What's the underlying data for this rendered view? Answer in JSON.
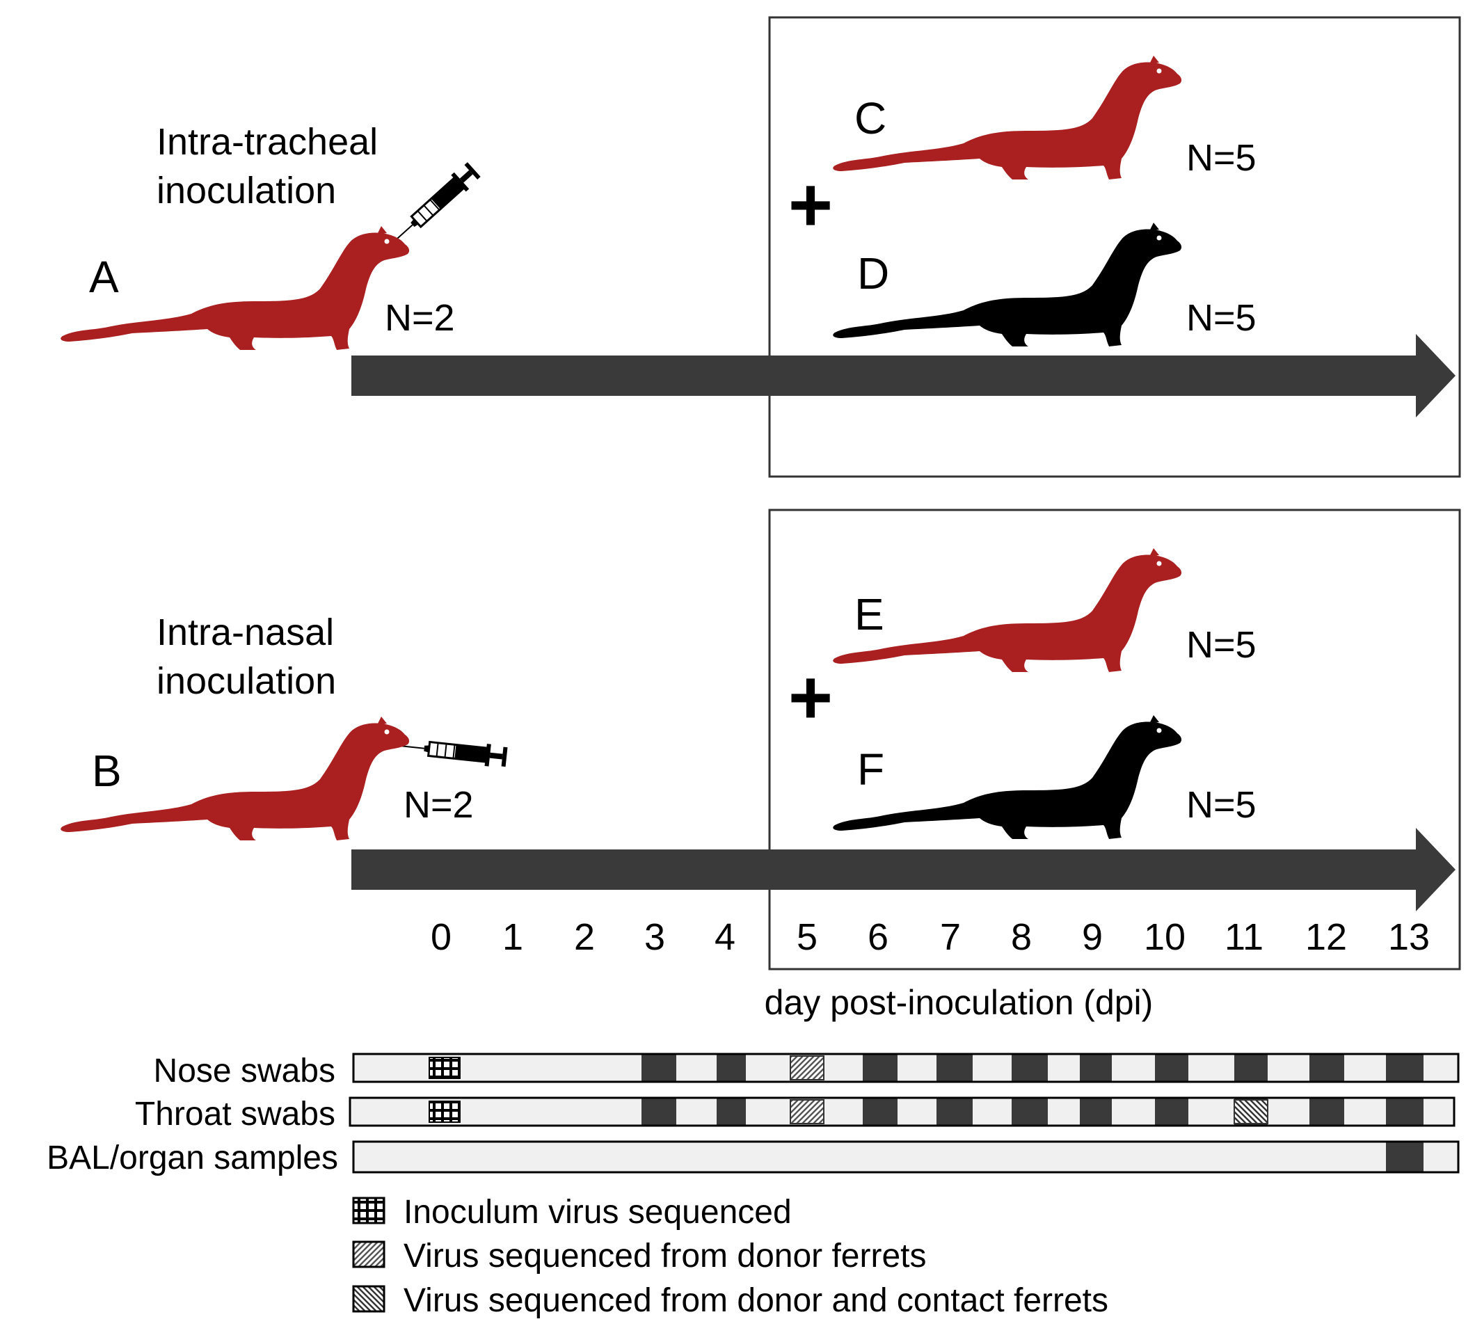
{
  "groups": {
    "A": {
      "letter": "A",
      "color": "#aa2020"
    },
    "B": {
      "letter": "B",
      "color": "#aa2020"
    },
    "C": {
      "letter": "C",
      "count": "N=5",
      "color": "#aa2020"
    },
    "D": {
      "letter": "D",
      "count": "N=5",
      "color": "#000000"
    },
    "E": {
      "letter": "E",
      "count": "N=5",
      "color": "#aa2020"
    },
    "F": {
      "letter": "F",
      "count": "N=5",
      "color": "#000000"
    }
  },
  "routes": {
    "tracheal": {
      "line1": "Intra-tracheal",
      "line2": "inoculation",
      "count": "N=2"
    },
    "nasal": {
      "line1": "Intra-nasal",
      "line2": "inoculation",
      "count": "N=2"
    }
  },
  "plus_sign": "+",
  "timeline": {
    "days": [
      "0",
      "1",
      "2",
      "3",
      "4",
      "5",
      "6",
      "7",
      "8",
      "9",
      "10",
      "11",
      "12",
      "13"
    ],
    "axis_label": "day post-inoculation (dpi)",
    "arrow_color": "#3a3a3a"
  },
  "sampling": {
    "rows": [
      {
        "label": "Nose swabs"
      },
      {
        "label": "Throat swabs"
      },
      {
        "label": "BAL/organ samples"
      }
    ],
    "sampled_color": "#3a3a3a",
    "unsampled_color": "#f0f0f0"
  },
  "legend": [
    {
      "pattern": "grid",
      "label": "Inoculum virus sequenced"
    },
    {
      "pattern": "diag-right",
      "label": "Virus sequenced from donor ferrets"
    },
    {
      "pattern": "diag-left",
      "label": "Virus sequenced from donor and contact ferrets"
    }
  ]
}
